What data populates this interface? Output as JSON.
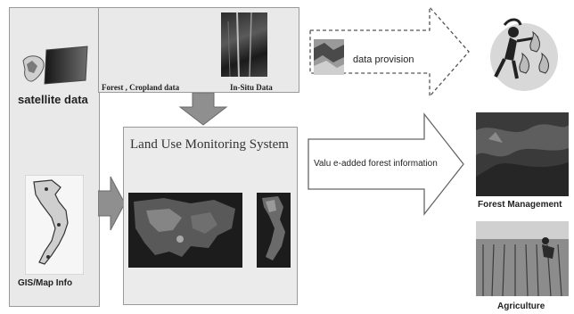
{
  "sources": {
    "satellite_label": "satellite data",
    "gis_label": "GIS/Map Info",
    "forest_cropland_label": "Forest , Cropland data",
    "insitu_label": "In-Situ Data"
  },
  "system": {
    "title": "Land Use Monitoring System"
  },
  "outputs": {
    "provision_label": "data provision",
    "value_added_label": "Valu e-added forest information",
    "forest_management_label": "Forest Management",
    "agriculture_label": "Agriculture"
  },
  "colors": {
    "panel": "#e9e9e9",
    "border": "#9a9a9a",
    "arrow_fill": "#8f8f8f",
    "dark_image": "#1c1c1c"
  }
}
